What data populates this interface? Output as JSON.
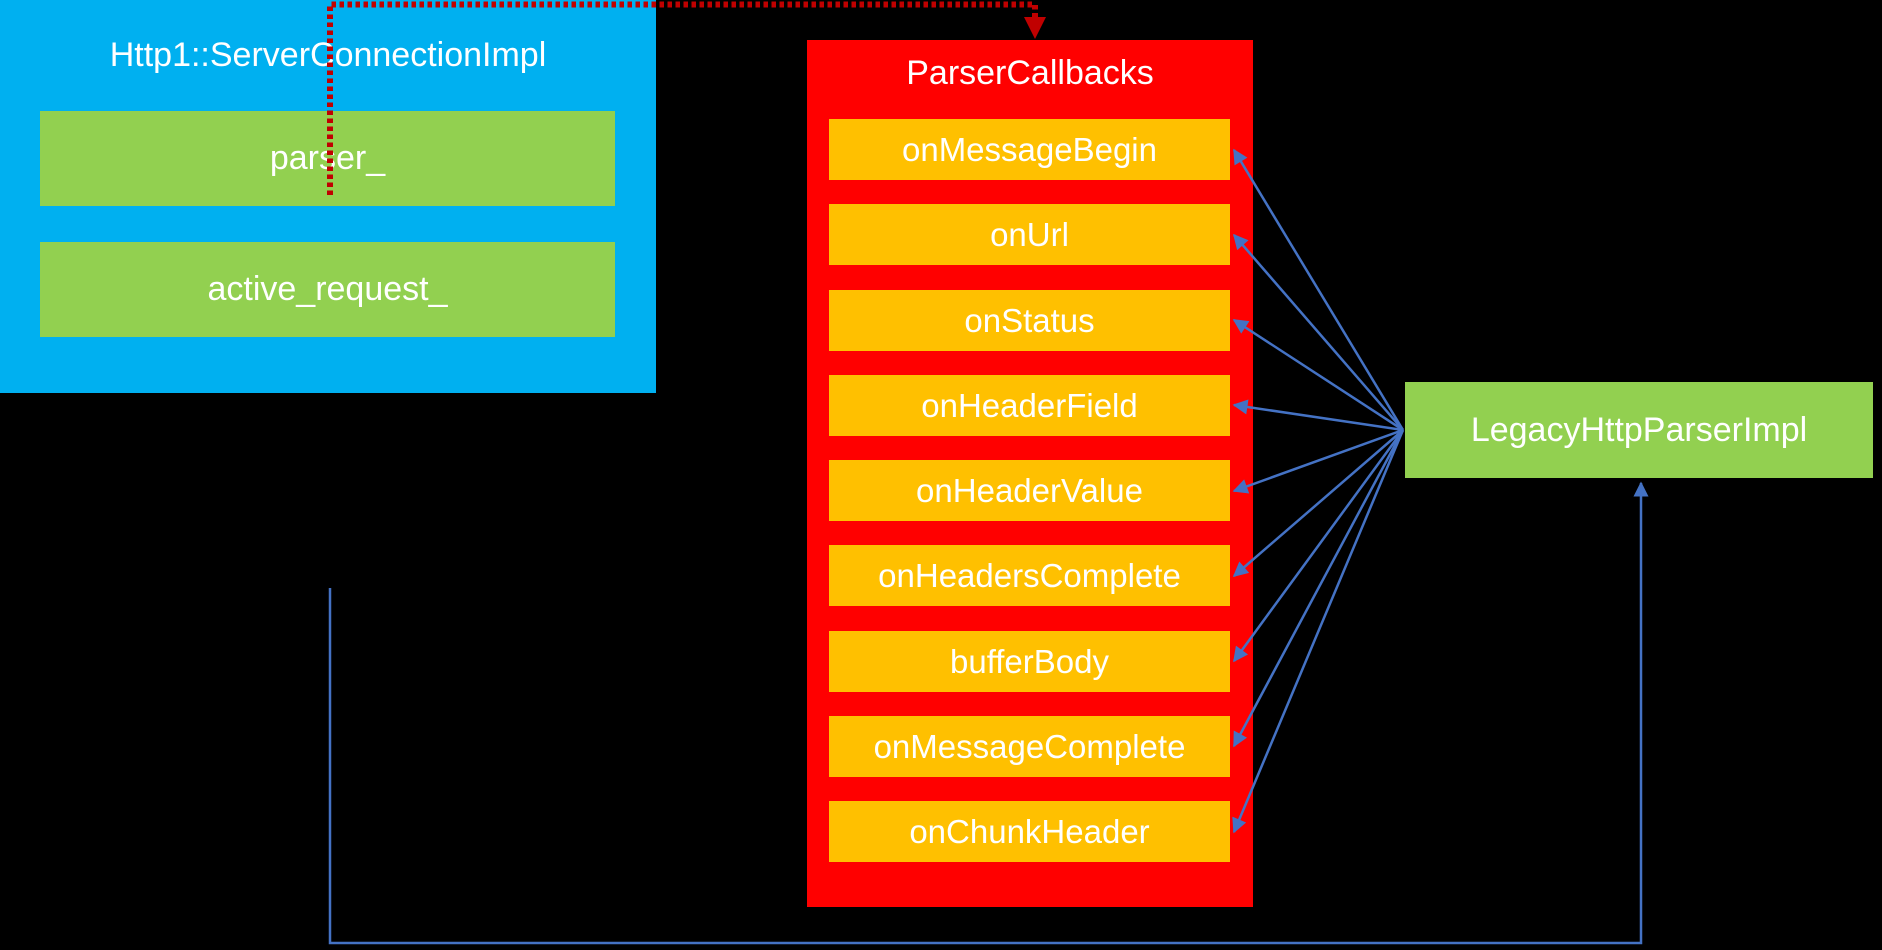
{
  "diagram": {
    "server_box": {
      "title": "Http1::ServerConnectionImpl",
      "members": [
        "parser_",
        "active_request_"
      ]
    },
    "callbacks_box": {
      "title": "ParserCallbacks",
      "callbacks": [
        "onMessageBegin",
        "onUrl",
        "onStatus",
        "onHeaderField",
        "onHeaderValue",
        "onHeadersComplete",
        "bufferBody",
        "onMessageComplete",
        "onChunkHeader"
      ]
    },
    "parser_impl_box": {
      "label": "LegacyHttpParserImpl"
    }
  },
  "colors": {
    "background": "#000000",
    "server_box_fill": "#00B0F0",
    "member_fill": "#92D050",
    "callbacks_fill": "#FF0000",
    "callback_item_fill": "#FFC000",
    "parser_impl_fill": "#92D050",
    "text": "#FFFFFF",
    "callback_arrow": "#4472C4",
    "composition_arrow": "#C00000"
  }
}
